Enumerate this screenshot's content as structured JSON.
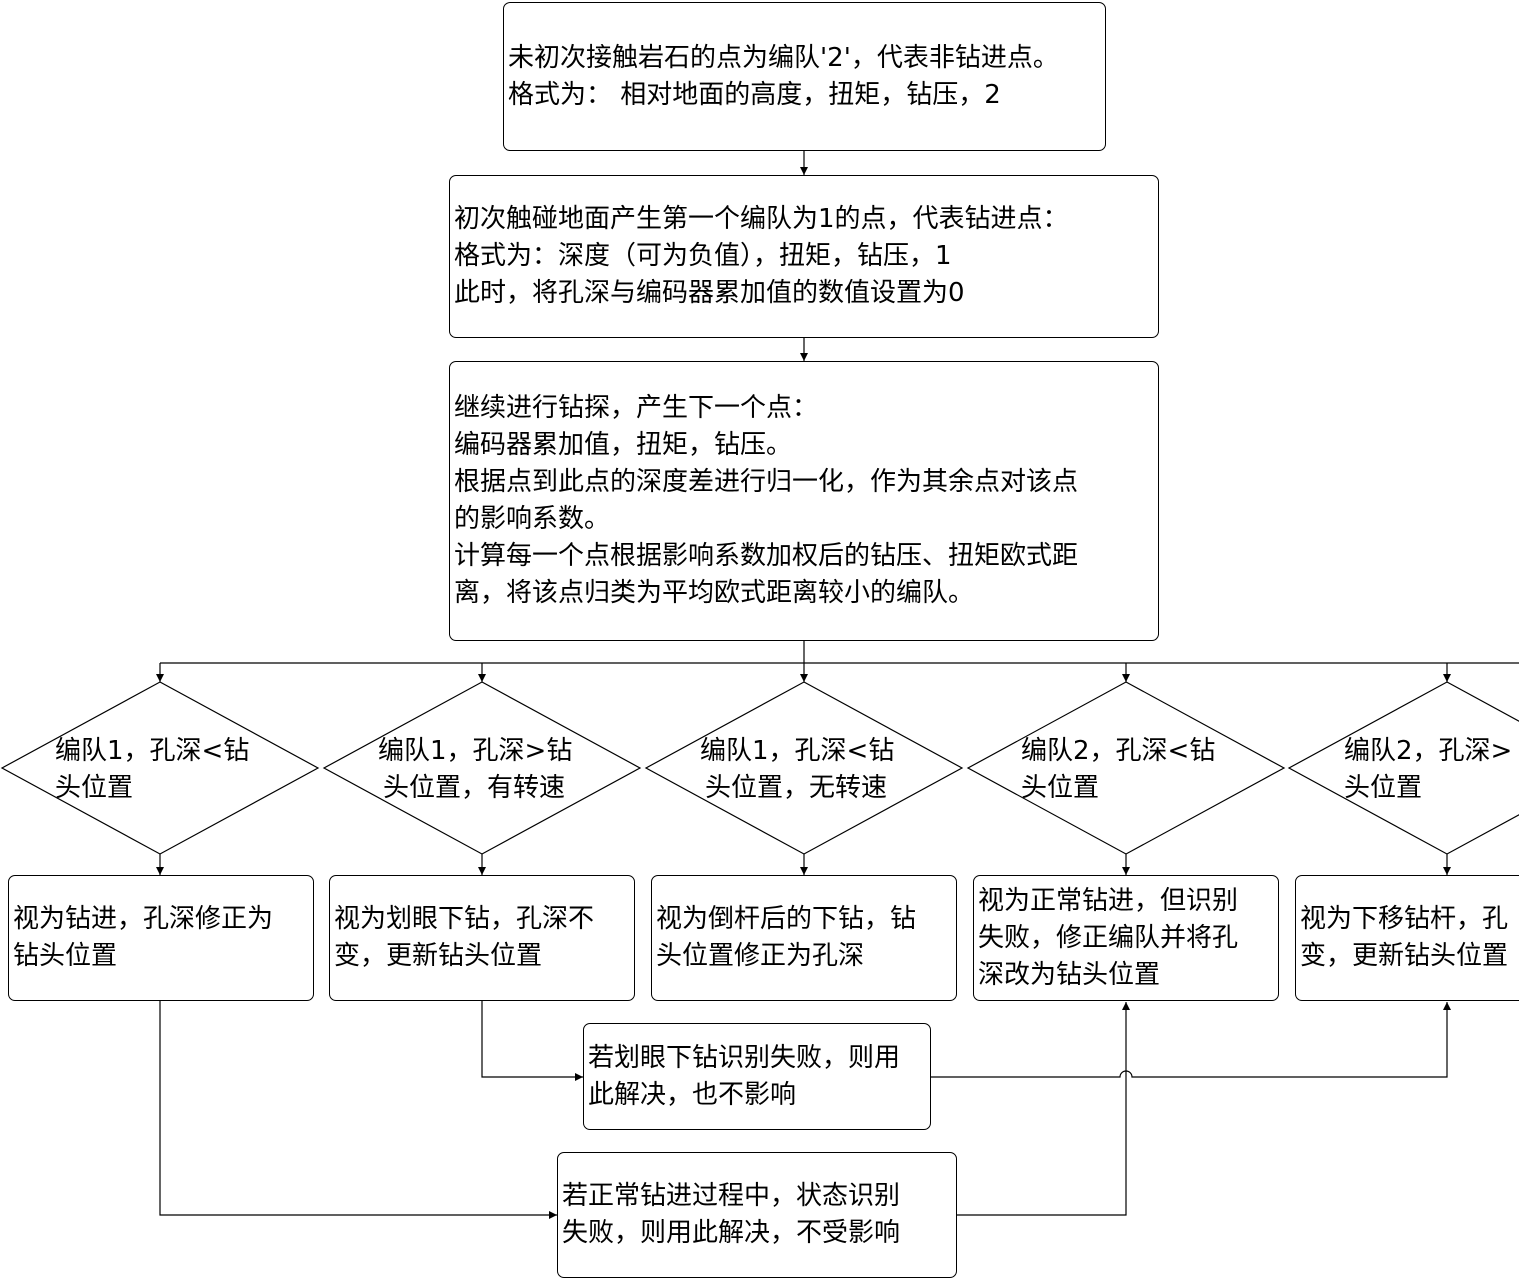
{
  "boxes": {
    "top": [
      "未初次接触岩石的点为编队'2'，代表非钻进点。",
      "格式为：  相对地面的高度，扭矩，钻压，2"
    ],
    "first": [
      "初次触碰地面产生第一个编队为1的点，代表钻进点：",
      "格式为：深度（可为负值），扭矩，钻压，1",
      "此时，将孔深与编码器累加值的数值设置为0"
    ],
    "continue": [
      "继续进行钻探，产生下一个点：",
      "编码器累加值，扭矩，钻压。",
      "根据点到此点的深度差进行归一化，作为其余点对该点",
      "的影响系数。",
      "计算每一个点根据影响系数加权后的钻压、扭矩欧式距",
      "离，将该点归类为平均欧式距离较小的编队。"
    ]
  },
  "decisions": [
    [
      "编队1，孔深<钻",
      "头位置"
    ],
    [
      "编队1，孔深>钻",
      "头位置，有转速"
    ],
    [
      "编队1，孔深<钻",
      "头位置，无转速"
    ],
    [
      "编队2，孔深<钻",
      "头位置"
    ],
    [
      "编队2，孔深>",
      "头位置"
    ]
  ],
  "results": [
    [
      "视为钻进，孔深修正为",
      "钻头位置"
    ],
    [
      "视为划眼下钻，孔深不",
      "变，更新钻头位置"
    ],
    [
      "视为倒杆后的下钻，钻",
      "头位置修正为孔深"
    ],
    [
      "视为正常钻进，但识别",
      "失败，修正编队并将孔",
      "深改为钻头位置"
    ],
    [
      "视为下移钻杆，孔",
      "变，更新钻头位置"
    ]
  ],
  "fixes": {
    "reaming": [
      "若划眼下钻识别失败，则用",
      "此解决，也不影响"
    ],
    "normal": [
      "若正常钻进过程中，状态识别",
      "失败，则用此解决，不受影响"
    ]
  }
}
